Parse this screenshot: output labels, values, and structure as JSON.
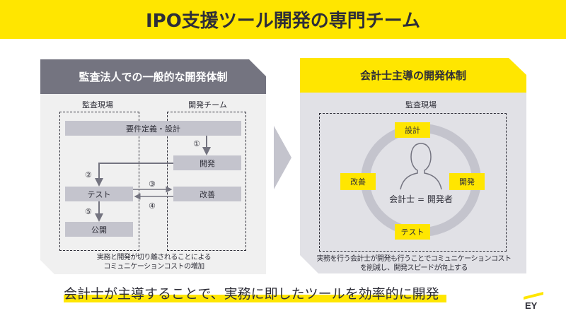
{
  "title": "IPO支援ツール開発の専門チーム",
  "left_panel": {
    "header": "監査法人での一般的な開発体制",
    "columns": [
      "監査現場",
      "開発チーム"
    ],
    "boxes": {
      "requirements": "要件定義・設計",
      "development": "開発",
      "test": "テスト",
      "improvement": "改善",
      "release": "公開"
    },
    "step_numbers": [
      "①",
      "②",
      "③",
      "④",
      "⑤"
    ],
    "caption_line1": "実務と開発が切り離されることによる",
    "caption_line2": "コミュニケーションコストの増加"
  },
  "right_panel": {
    "header": "会計士主導の開発体制",
    "column": "監査現場",
    "cycle": {
      "top": "設計",
      "right": "開発",
      "bottom": "テスト",
      "left": "改善"
    },
    "center_label": "会計士 = 開発者",
    "caption_line1": "実務を行う会計士が開発も行うことでコミュニケーションコスト",
    "caption_line2": "を削減し、開発スピードが向上する"
  },
  "bottom_message": "会計士が主導することで、実務に即したツールを効率的に開発",
  "logo": "EY",
  "colors": {
    "brand_yellow": "#ffe600",
    "dark_gray": "#2e2e38",
    "header_gray": "#747480",
    "box_gray": "#c4c4cd"
  }
}
